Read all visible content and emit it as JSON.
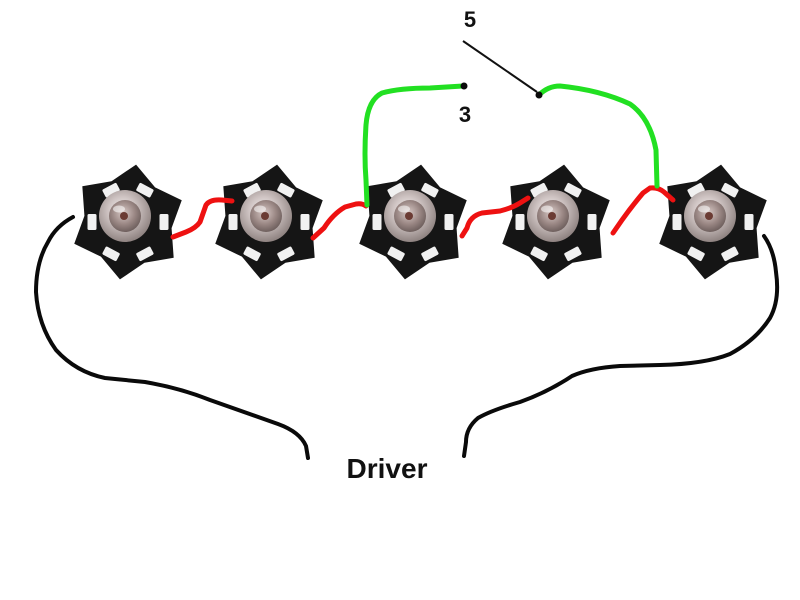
{
  "labels": {
    "top_number": "5",
    "mid_number": "3",
    "driver": "Driver"
  },
  "components": {
    "led_count": 5,
    "led_names": [
      "led-star-1",
      "led-star-2",
      "led-star-3",
      "led-star-4",
      "led-star-5"
    ]
  },
  "colors": {
    "board": "#151515",
    "pad": "#f1f1f1",
    "lens_outer": "#dcdcdc",
    "lens_inner": "#a89a98",
    "wire_series": "#ee1111",
    "wire_tap": "#22e022",
    "wire_driver": "#0a0a0a",
    "pointer_line": "#111111"
  }
}
